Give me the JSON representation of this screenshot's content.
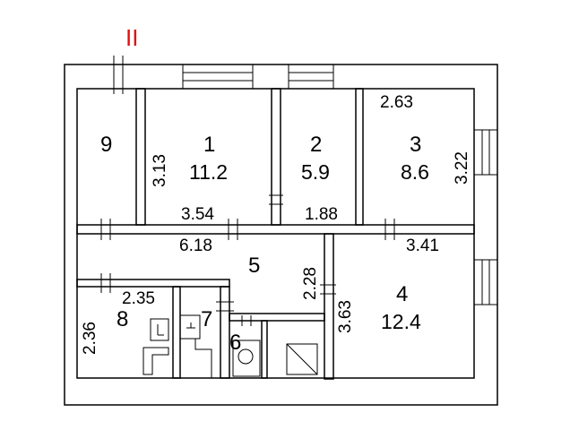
{
  "plan": {
    "marker": "II",
    "watermark_color": "#eeeeee",
    "rooms": [
      {
        "id": "9",
        "number": "9",
        "area": ""
      },
      {
        "id": "1",
        "number": "1",
        "area": "11.2"
      },
      {
        "id": "2",
        "number": "2",
        "area": "5.9"
      },
      {
        "id": "3",
        "number": "3",
        "area": "8.6"
      },
      {
        "id": "4",
        "number": "4",
        "area": "12.4"
      },
      {
        "id": "5",
        "number": "5",
        "area": ""
      },
      {
        "id": "6",
        "number": "6",
        "area": ""
      },
      {
        "id": "7",
        "number": "7",
        "area": ""
      },
      {
        "id": "8",
        "number": "8",
        "area": ""
      }
    ],
    "dimensions": {
      "room1_height": "3.13",
      "room1_width": "3.54",
      "room2_width": "1.88",
      "room3_width": "2.63",
      "room3_height": "3.22",
      "room5_width": "6.18",
      "room5_height": "2.28",
      "room4_width": "3.41",
      "room4_height": "3.63",
      "room8_width": "2.35",
      "room8_height": "2.36"
    }
  }
}
